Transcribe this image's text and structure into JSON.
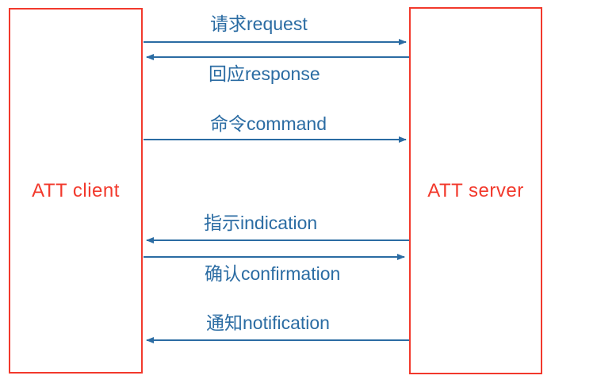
{
  "diagram": {
    "client": {
      "label": "ATT client"
    },
    "server": {
      "label": "ATT server"
    },
    "messages": [
      {
        "label": "请求request",
        "from": "client",
        "to": "server"
      },
      {
        "label": "回应response",
        "from": "server",
        "to": "client"
      },
      {
        "label": "命令command",
        "from": "client",
        "to": "server"
      },
      {
        "label": "指示indication",
        "from": "server",
        "to": "client"
      },
      {
        "label": "确认confirmation",
        "from": "client",
        "to": "server"
      },
      {
        "label": "通知notification",
        "from": "server",
        "to": "client"
      }
    ],
    "colors": {
      "box_border": "#f2392c",
      "box_text": "#f2392c",
      "arrow": "#2b6ca3",
      "message_text": "#2b6ca3",
      "background": "#ffffff"
    }
  }
}
